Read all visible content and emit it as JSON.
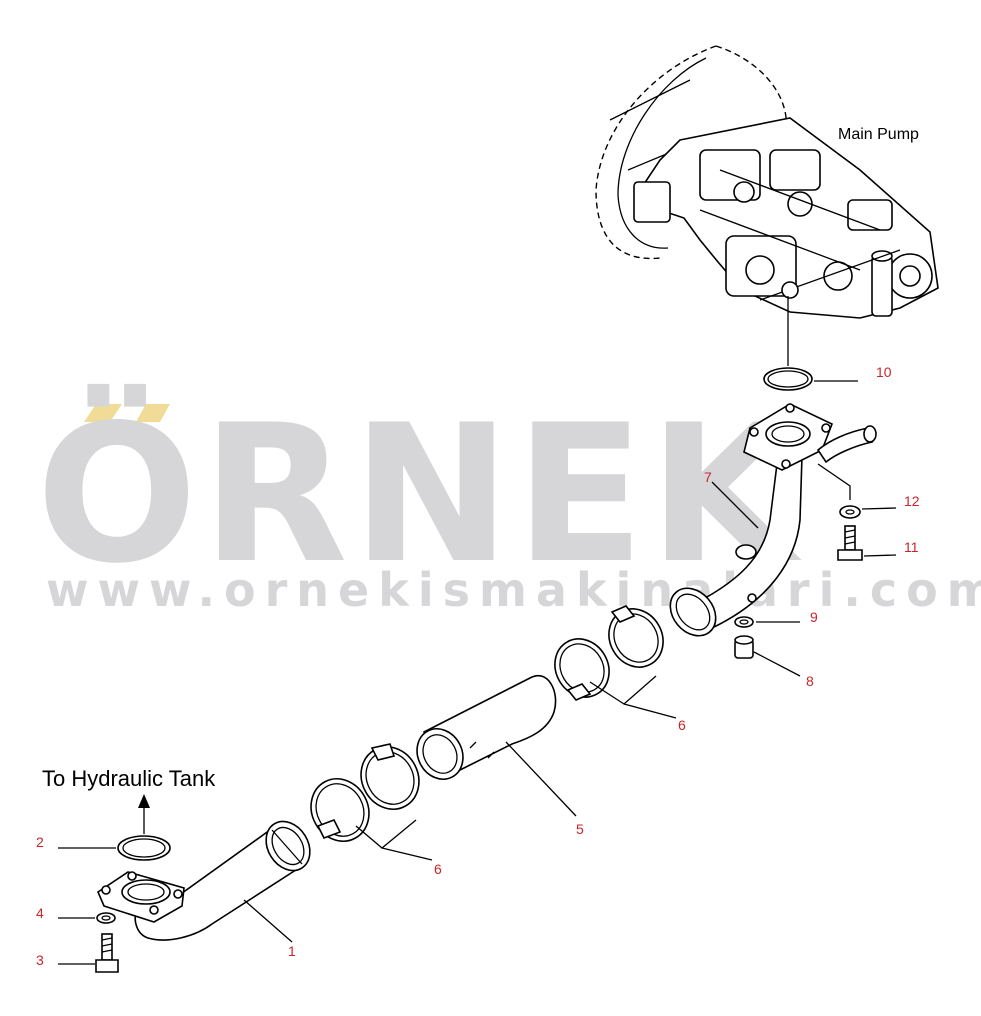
{
  "watermark": {
    "logo_text": "ÖRNEK",
    "url_text": "www.ornekismakinalari.com.tr",
    "color": "#d6d6d8",
    "accent_color": "#f0dc96"
  },
  "labels": {
    "main_pump": "Main Pump",
    "to_hydraulic_tank": "To Hydraulic Tank"
  },
  "callouts": {
    "c1": "1",
    "c2": "2",
    "c3": "3",
    "c4": "4",
    "c5": "5",
    "c6a": "6",
    "c6b": "6",
    "c7": "7",
    "c8": "8",
    "c9": "9",
    "c10": "10",
    "c11": "11",
    "c12": "12"
  },
  "callout_color": "#c8262b"
}
